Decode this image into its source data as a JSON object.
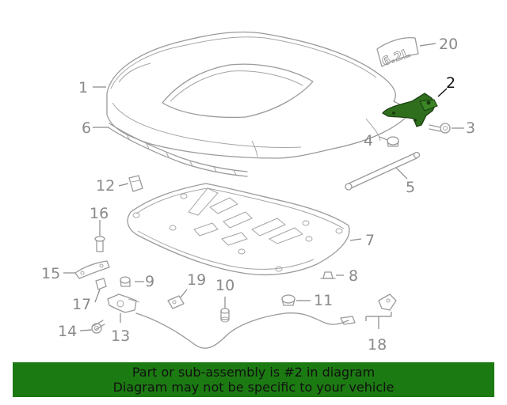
{
  "diagram": {
    "highlight_color": "#2f6e1c",
    "callouts": [
      {
        "id": "1",
        "text": "1"
      },
      {
        "id": "2",
        "text": "2"
      },
      {
        "id": "3",
        "text": "3"
      },
      {
        "id": "4",
        "text": "4"
      },
      {
        "id": "5",
        "text": "5"
      },
      {
        "id": "6",
        "text": "6"
      },
      {
        "id": "7",
        "text": "7"
      },
      {
        "id": "8",
        "text": "8"
      },
      {
        "id": "9",
        "text": "9"
      },
      {
        "id": "10",
        "text": "10"
      },
      {
        "id": "11",
        "text": "11"
      },
      {
        "id": "12",
        "text": "12"
      },
      {
        "id": "13",
        "text": "13"
      },
      {
        "id": "14",
        "text": "14"
      },
      {
        "id": "15",
        "text": "15"
      },
      {
        "id": "16",
        "text": "16"
      },
      {
        "id": "17",
        "text": "17"
      },
      {
        "id": "18",
        "text": "18"
      },
      {
        "id": "19",
        "text": "19"
      },
      {
        "id": "20",
        "text": "20"
      }
    ],
    "badge_text": "6.2L"
  },
  "banner": {
    "color": "#1c7a12",
    "line1": "Part or sub-assembly is #2 in diagram",
    "line2": "Diagram may not be specific to your vehicle"
  }
}
